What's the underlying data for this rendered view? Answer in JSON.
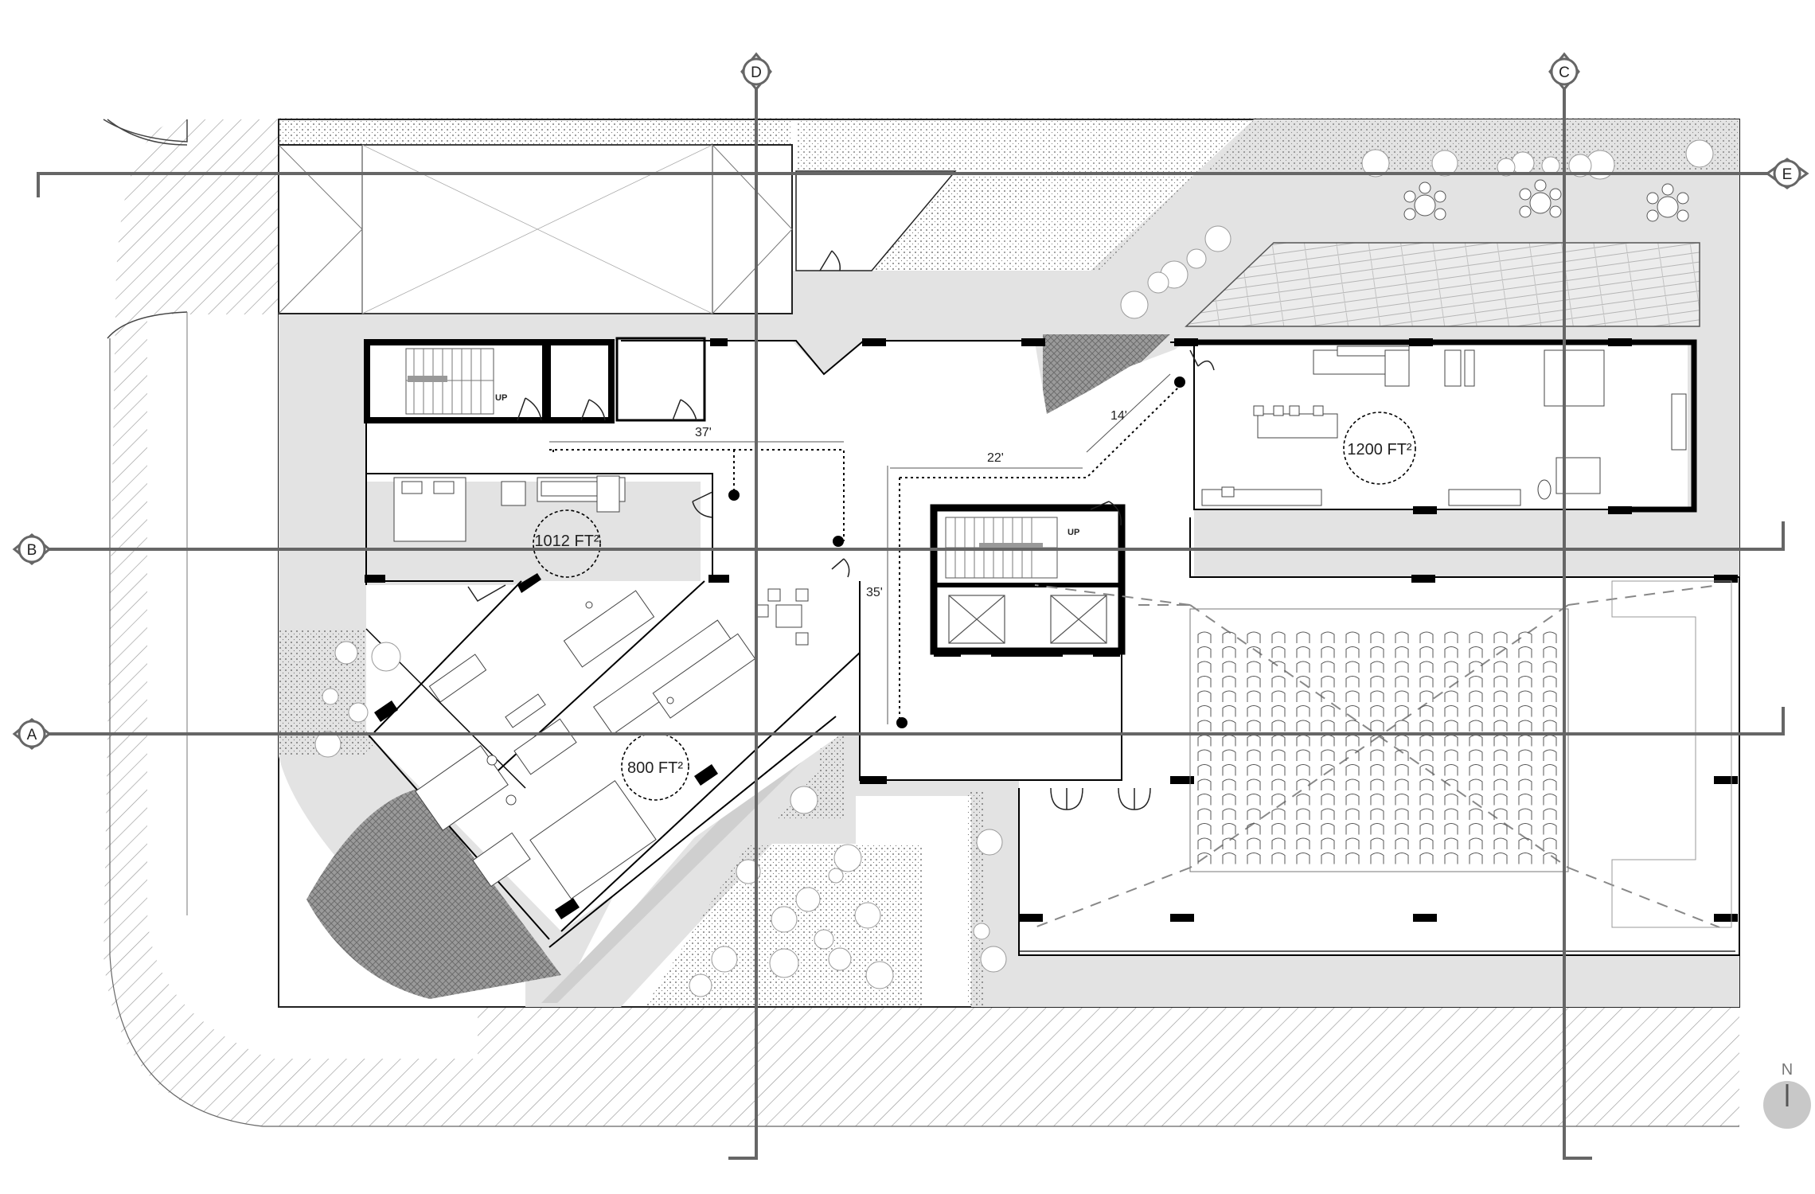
{
  "grid_labels": {
    "a": "A",
    "b": "B",
    "c": "C",
    "d": "D",
    "e": "E"
  },
  "area_labels": {
    "residence_north_east": "1200 FT²",
    "residence_west": "1012 FT²",
    "residence_south_west": "800 FT²"
  },
  "dimension_labels": {
    "d37": "37'",
    "d22": "22'",
    "d14": "14'",
    "d35": "35'"
  },
  "stair_labels": {
    "up_west": "UP",
    "up_core": "UP"
  },
  "north_label": "N",
  "colors": {
    "wall": "#000000",
    "corridor": "#e3e3e3",
    "grid_line": "#666666",
    "hatch": "#9a9a9a",
    "seat": "#555555"
  }
}
